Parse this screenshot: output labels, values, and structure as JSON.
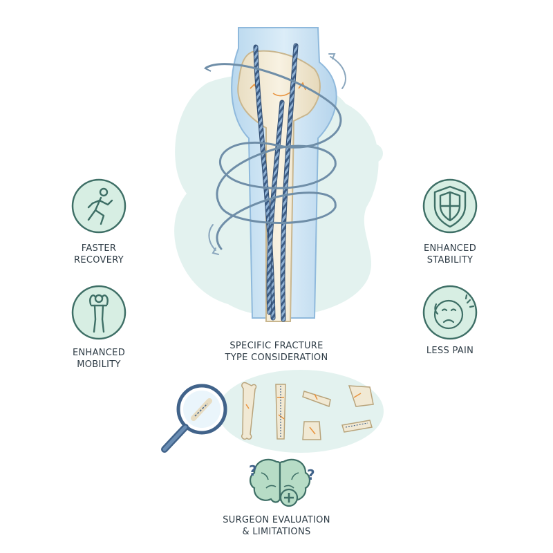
{
  "benefits": {
    "faster_recovery": [
      "FASTER",
      "RECOVERY"
    ],
    "enhanced_mobility": [
      "ENHANCED",
      "MOBILITY"
    ],
    "enhanced_stability": [
      "ENHANCED",
      "STABILITY"
    ],
    "less_pain": [
      "LESS PAIN"
    ]
  },
  "fracture": {
    "title": [
      "SPECIFIC FRACTURE",
      "TYPE CONSIDERATION"
    ]
  },
  "surgeon": {
    "title": [
      "SURGEON EVALUATION",
      "& LIMITATIONS"
    ],
    "question_marks": [
      "?",
      "?"
    ]
  },
  "icons": {
    "faster_recovery": "running-person-icon",
    "enhanced_mobility": "stretching-person-icon",
    "enhanced_stability": "shield-icon",
    "less_pain": "pain-face-icon",
    "fracture": "magnifier-bone-icon",
    "surgeon": "brain-plus-icon"
  },
  "colors": {
    "icon_circle_fill": "#d7eee3",
    "icon_circle_stroke": "#3e6f66",
    "blob": "#e3f2ef",
    "tissue": "#c9e2f3",
    "bone": "#f1e9d4",
    "cable": "#41638a",
    "accent": "#e8923c"
  }
}
